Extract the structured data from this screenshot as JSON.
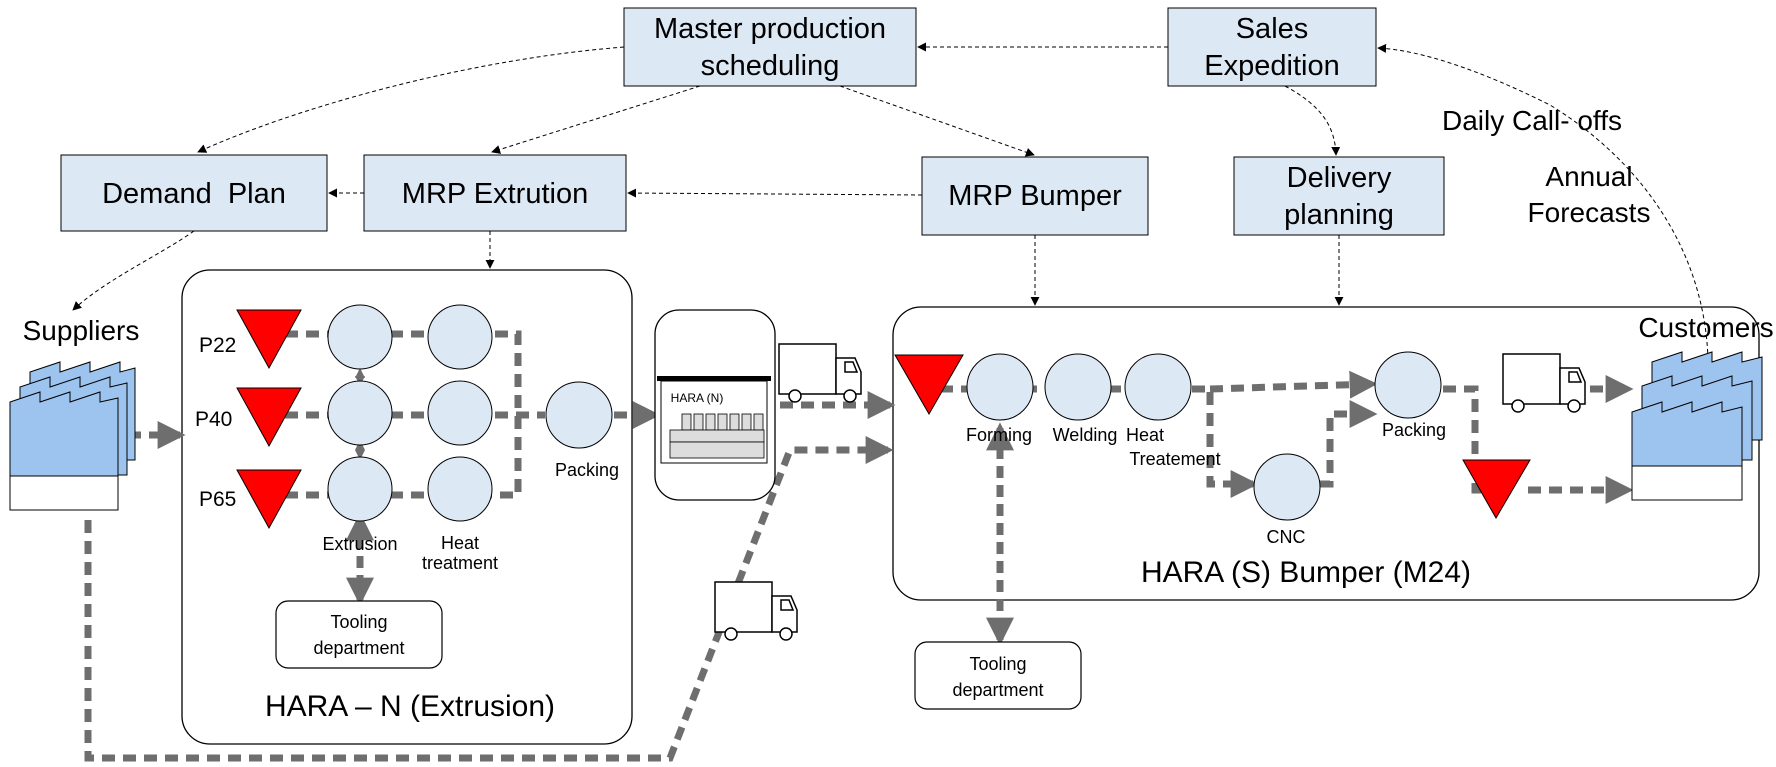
{
  "boxes": {
    "master": [
      "Master production",
      "scheduling"
    ],
    "sales": [
      "Sales",
      "Expedition"
    ],
    "demand": "Demand  Plan",
    "mrp_ext": "MRP Extrution",
    "mrp_bump": "MRP Bumper",
    "delivery": [
      "Delivery",
      "planning"
    ]
  },
  "labels": {
    "suppliers": "Suppliers",
    "customers": "Customers",
    "daily_calloffs": "Daily Call- offs",
    "annual_forecasts": [
      "Annual",
      "Forecasts"
    ],
    "p22": "P22",
    "p40": "P40",
    "p65": "P65",
    "extrusion": "Extrusion",
    "heat_treatment": [
      "Heat",
      "treatment"
    ],
    "packing_n": "Packing",
    "hara_n_warehouse": "HARA (N)",
    "forming": "Forming",
    "welding": "Welding",
    "heat_treatement": [
      "Heat",
      "Treatement"
    ],
    "cnc": "CNC",
    "packing_s": "Packing",
    "tooling_n": [
      "Tooling",
      "department"
    ],
    "tooling_s": [
      "Tooling",
      "department"
    ],
    "plant_n": "HARA – N (Extrusion)",
    "plant_s": "HARA (S) Bumper (M24)"
  },
  "colors": {
    "box_fill": "#dde8f5",
    "circle_fill": "#dde8f5",
    "triangle": "#ff0000",
    "flow": "#6e6e6e",
    "factory": "#9dc3ef"
  }
}
